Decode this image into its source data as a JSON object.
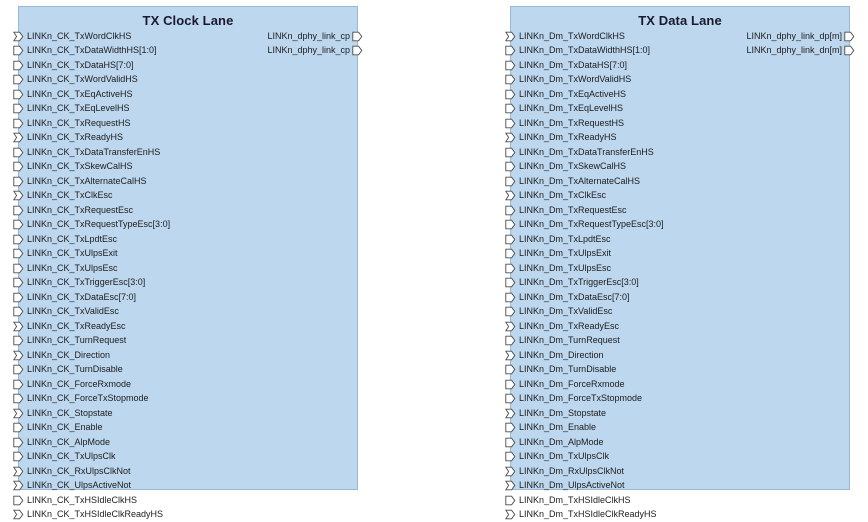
{
  "diagram": {
    "background": "#ffffff",
    "block_fill": "#bdd7ee",
    "block_border": "#9ab8d4",
    "label_color": "#1c1c1c",
    "title_color": "#1a1a2e",
    "glyph_fill": "#ffffff",
    "glyph_stroke": "#4a4a4a"
  },
  "blocks": [
    {
      "id": "tx-clock-lane",
      "title": "TX Clock Lane",
      "inputs": [
        {
          "label": "LINKn_CK_TxWordClkHS",
          "shape": "clock"
        },
        {
          "label": "LINKn_CK_TxDataWidthHS[1:0]",
          "shape": "arrow"
        },
        {
          "label": "LINKn_CK_TxDataHS[7:0]",
          "shape": "arrow"
        },
        {
          "label": "LINKn_CK_TxWordValidHS",
          "shape": "arrow"
        },
        {
          "label": "LINKn_CK_TxEqActiveHS",
          "shape": "arrow"
        },
        {
          "label": "LINKn_CK_TxEqLevelHS",
          "shape": "arrow"
        },
        {
          "label": "LINKn_CK_TxRequestHS",
          "shape": "arrow"
        },
        {
          "label": "LINKn_CK_TxReadyHS",
          "shape": "clock"
        },
        {
          "label": "LINKn_CK_TxDataTransferEnHS",
          "shape": "arrow"
        },
        {
          "label": "LINKn_CK_TxSkewCalHS",
          "shape": "arrow"
        },
        {
          "label": "LINKn_CK_TxAlternateCalHS",
          "shape": "arrow"
        },
        {
          "label": "LINKn_CK_TxClkEsc",
          "shape": "clock"
        },
        {
          "label": "LINKn_CK_TxRequestEsc",
          "shape": "arrow"
        },
        {
          "label": "LINKn_CK_TxRequestTypeEsc[3:0]",
          "shape": "arrow"
        },
        {
          "label": "LINKn_CK_TxLpdtEsc",
          "shape": "arrow"
        },
        {
          "label": "LINKn_CK_TxUlpsExit",
          "shape": "arrow"
        },
        {
          "label": "LINKn_CK_TxUlpsEsc",
          "shape": "arrow"
        },
        {
          "label": "LINKn_CK_TxTriggerEsc[3:0]",
          "shape": "arrow"
        },
        {
          "label": "LINKn_CK_TxDataEsc[7:0]",
          "shape": "arrow"
        },
        {
          "label": "LINKn_CK_TxValidEsc",
          "shape": "arrow"
        },
        {
          "label": "LINKn_CK_TxReadyEsc",
          "shape": "clock"
        },
        {
          "label": "LINKn_CK_TurnRequest",
          "shape": "arrow"
        },
        {
          "label": "LINKn_CK_Direction",
          "shape": "clock"
        },
        {
          "label": "LINKn_CK_TurnDisable",
          "shape": "arrow"
        },
        {
          "label": "LINKn_CK_ForceRxmode",
          "shape": "arrow"
        },
        {
          "label": "LINKn_CK_ForceTxStopmode",
          "shape": "arrow"
        },
        {
          "label": "LINKn_CK_Stopstate",
          "shape": "clock"
        },
        {
          "label": "LINKn_CK_Enable",
          "shape": "arrow"
        },
        {
          "label": "LINKn_CK_AlpMode",
          "shape": "arrow"
        },
        {
          "label": "LINKn_CK_TxUlpsClk",
          "shape": "arrow"
        },
        {
          "label": "LINKn_CK_RxUlpsClkNot",
          "shape": "clock"
        },
        {
          "label": "LINKn_CK_UlpsActiveNot",
          "shape": "clock"
        },
        {
          "label": "LINKn_CK_TxHSIdleClkHS",
          "shape": "arrow"
        },
        {
          "label": "LINKn_CK_TxHSIdleClkReadyHS",
          "shape": "clock"
        }
      ],
      "outputs": [
        {
          "label": "LINKn_dphy_link_cp",
          "shape": "arrow"
        },
        {
          "label": "LINKn_dphy_link_cp",
          "shape": "arrow"
        }
      ]
    },
    {
      "id": "tx-data-lane",
      "title": "TX Data Lane",
      "inputs": [
        {
          "label": "LINKn_Dm_TxWordClkHS",
          "shape": "clock"
        },
        {
          "label": "LINKn_Dm_TxDataWidthHS[1:0]",
          "shape": "arrow"
        },
        {
          "label": "LINKn_Dm_TxDataHS[7:0]",
          "shape": "arrow"
        },
        {
          "label": "LINKn_Dm_TxWordValidHS",
          "shape": "arrow"
        },
        {
          "label": "LINKn_Dm_TxEqActiveHS",
          "shape": "arrow"
        },
        {
          "label": "LINKn_Dm_TxEqLevelHS",
          "shape": "arrow"
        },
        {
          "label": "LINKn_Dm_TxRequestHS",
          "shape": "arrow"
        },
        {
          "label": "LINKn_Dm_TxReadyHS",
          "shape": "clock"
        },
        {
          "label": "LINKn_Dm_TxDataTransferEnHS",
          "shape": "arrow"
        },
        {
          "label": "LINKn_Dm_TxSkewCalHS",
          "shape": "arrow"
        },
        {
          "label": "LINKn_Dm_TxAlternateCalHS",
          "shape": "arrow"
        },
        {
          "label": "LINKn_Dm_TxClkEsc",
          "shape": "clock"
        },
        {
          "label": "LINKn_Dm_TxRequestEsc",
          "shape": "arrow"
        },
        {
          "label": "LINKn_Dm_TxRequestTypeEsc[3:0]",
          "shape": "arrow"
        },
        {
          "label": "LINKn_Dm_TxLpdtEsc",
          "shape": "arrow"
        },
        {
          "label": "LINKn_Dm_TxUlpsExit",
          "shape": "arrow"
        },
        {
          "label": "LINKn_Dm_TxUlpsEsc",
          "shape": "arrow"
        },
        {
          "label": "LINKn_Dm_TxTriggerEsc[3:0]",
          "shape": "arrow"
        },
        {
          "label": "LINKn_Dm_TxDataEsc[7:0]",
          "shape": "arrow"
        },
        {
          "label": "LINKn_Dm_TxValidEsc",
          "shape": "arrow"
        },
        {
          "label": "LINKn_Dm_TxReadyEsc",
          "shape": "clock"
        },
        {
          "label": "LINKn_Dm_TurnRequest",
          "shape": "arrow"
        },
        {
          "label": "LINKn_Dm_Direction",
          "shape": "clock"
        },
        {
          "label": "LINKn_Dm_TurnDisable",
          "shape": "arrow"
        },
        {
          "label": "LINKn_Dm_ForceRxmode",
          "shape": "arrow"
        },
        {
          "label": "LINKn_Dm_ForceTxStopmode",
          "shape": "arrow"
        },
        {
          "label": "LINKn_Dm_Stopstate",
          "shape": "clock"
        },
        {
          "label": "LINKn_Dm_Enable",
          "shape": "arrow"
        },
        {
          "label": "LINKn_Dm_AlpMode",
          "shape": "arrow"
        },
        {
          "label": "LINKn_Dm_TxUlpsClk",
          "shape": "arrow"
        },
        {
          "label": "LINKn_Dm_RxUlpsClkNot",
          "shape": "clock"
        },
        {
          "label": "LINKn_Dm_UlpsActiveNot",
          "shape": "clock"
        },
        {
          "label": "LINKn_Dm_TxHSIdleClkHS",
          "shape": "arrow"
        },
        {
          "label": "LINKn_Dm_TxHSIdleClkReadyHS",
          "shape": "clock"
        }
      ],
      "outputs": [
        {
          "label": "LINKn_dphy_link_dp[m]",
          "shape": "arrow"
        },
        {
          "label": "LINKn_dphy_link_dn[m]",
          "shape": "arrow"
        }
      ]
    }
  ]
}
